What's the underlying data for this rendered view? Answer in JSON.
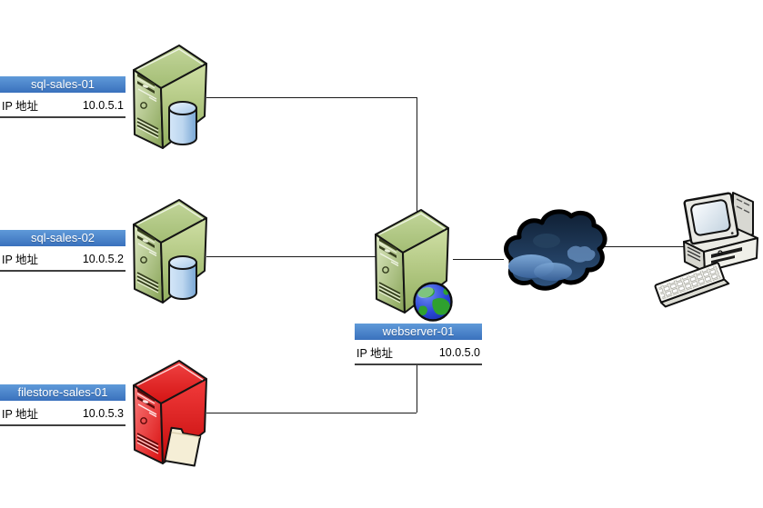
{
  "nodes": {
    "sql1": {
      "label": "sql-sales-01",
      "ip_label": "IP 地址",
      "ip": "10.0.5.1",
      "icon": "green-database-server-icon"
    },
    "sql2": {
      "label": "sql-sales-02",
      "ip_label": "IP 地址",
      "ip": "10.0.5.2",
      "icon": "green-database-server-icon"
    },
    "filestore": {
      "label": "filestore-sales-01",
      "ip_label": "IP 地址",
      "ip": "10.0.5.3",
      "icon": "red-filestore-server-icon"
    },
    "web": {
      "label": "webserver-01",
      "ip_label": "IP 地址",
      "ip": "10.0.5.0",
      "icon": "green-webserver-globe-icon"
    },
    "internet": {
      "icon": "internet-cloud-icon"
    },
    "client": {
      "icon": "desktop-computer-icon"
    }
  },
  "colors": {
    "label_bar_top": "#5f9ad9",
    "label_bar_bottom": "#3a71bd",
    "label_underline": "#3f3f3f",
    "connector": "#1a1a1a",
    "server_green": "#aac378",
    "server_red": "#e52828",
    "database_blue": "#9fc2e4",
    "globe_blue": "#2a47d6",
    "cloud_navy": "#1d3250",
    "folder_manila": "#f5eed6"
  }
}
